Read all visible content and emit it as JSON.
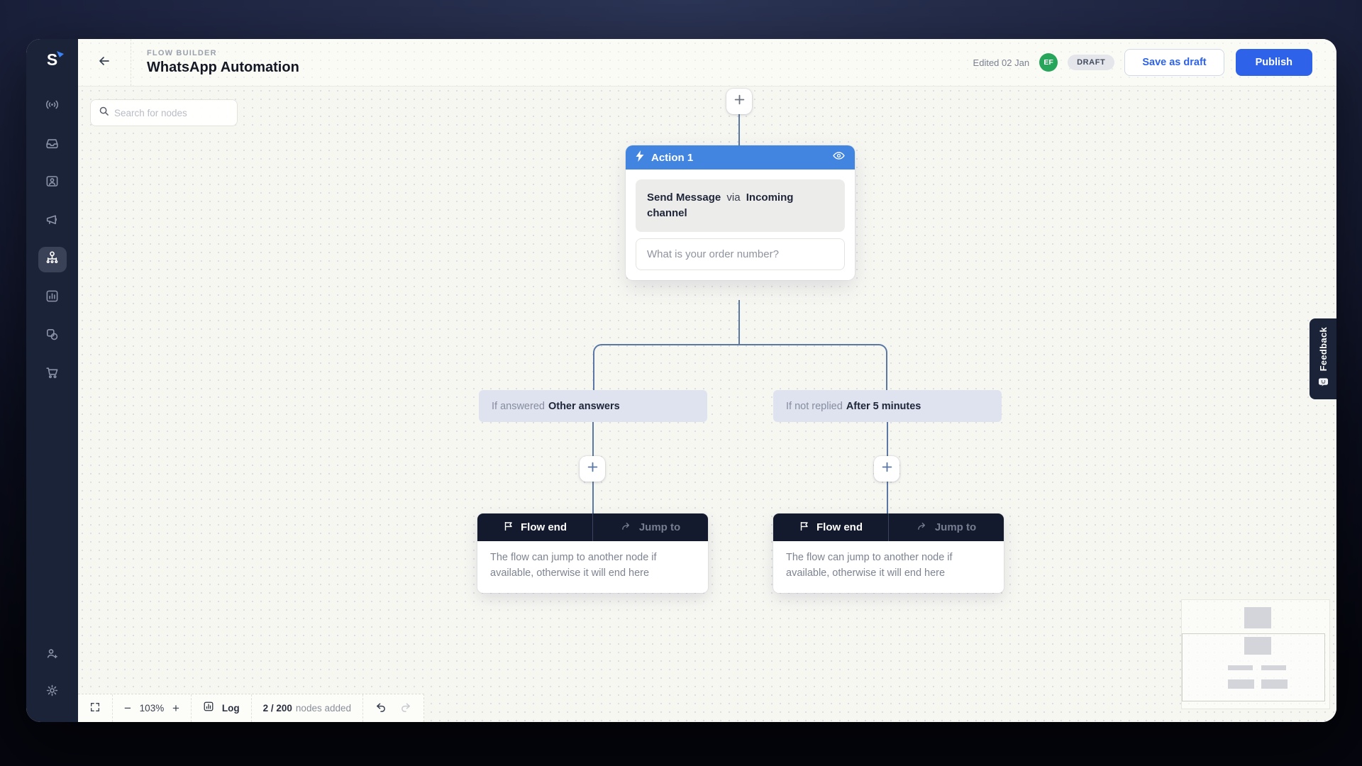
{
  "app": {
    "logo_letter": "S"
  },
  "sidebar": {
    "items": [
      {
        "icon": "broadcast-icon"
      },
      {
        "icon": "inbox-icon"
      },
      {
        "icon": "contacts-icon"
      },
      {
        "icon": "campaigns-icon"
      },
      {
        "icon": "flow-builder-icon",
        "active": true
      },
      {
        "icon": "analytics-icon"
      },
      {
        "icon": "integrations-icon"
      },
      {
        "icon": "commerce-icon"
      }
    ],
    "bottom_items": [
      {
        "icon": "invite-user-icon"
      },
      {
        "icon": "settings-icon"
      }
    ]
  },
  "header": {
    "eyebrow": "FLOW BUILDER",
    "title": "WhatsApp Automation",
    "edited_label": "Edited 02 Jan",
    "avatar_initials": "EF",
    "status_badge": "DRAFT",
    "save_draft_label": "Save as draft",
    "publish_label": "Publish"
  },
  "canvas": {
    "search_placeholder": "Search for nodes",
    "action_node": {
      "title": "Action 1",
      "summary_bold_1": "Send Message",
      "summary_connector": "via",
      "summary_bold_2": "Incoming channel",
      "message_preview": "What is your order number?"
    },
    "branches": [
      {
        "prefix": "If answered",
        "value": "Other answers"
      },
      {
        "prefix": "If not replied",
        "value": "After 5 minutes"
      }
    ],
    "flow_end": {
      "end_tab_label": "Flow end",
      "jump_tab_label": "Jump to",
      "description": "The flow can jump to another node if available, otherwise it will end here"
    }
  },
  "toolbar": {
    "zoom_out": "−",
    "zoom_level": "103%",
    "zoom_in": "+",
    "log_label": "Log",
    "nodes_count": "2 / 200",
    "nodes_count_suffix": "nodes added"
  },
  "feedback": {
    "label": "Feedback"
  },
  "colors": {
    "accent_blue": "#2E62E8",
    "node_header_blue": "#4285E0",
    "sidebar_navy": "#1B2338",
    "connector_blue": "#5B77A3",
    "avatar_green": "#27A55A",
    "flow_end_header": "#141A2D"
  }
}
